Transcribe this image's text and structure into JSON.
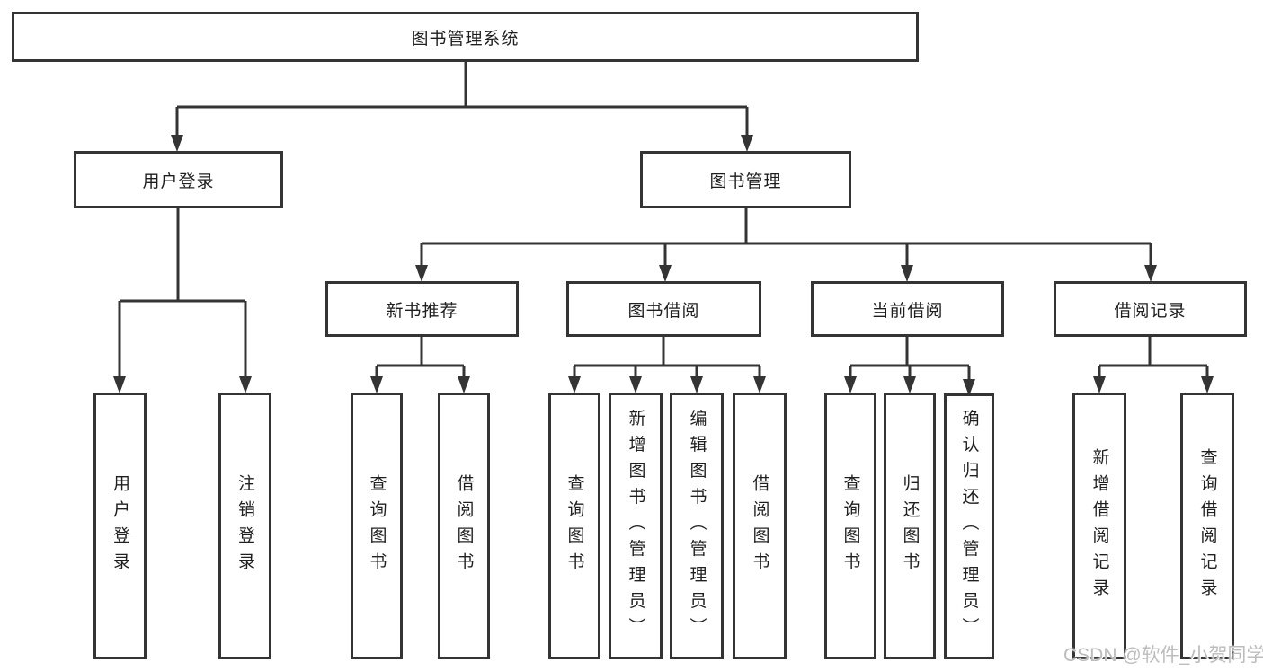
{
  "diagram": {
    "root": {
      "label": "图书管理系统"
    },
    "level2": [
      {
        "label": "用户登录"
      },
      {
        "label": "图书管理"
      }
    ],
    "level3": [
      {
        "label": "新书推荐"
      },
      {
        "label": "图书借阅"
      },
      {
        "label": "当前借阅"
      },
      {
        "label": "借阅记录"
      }
    ],
    "leaves": {
      "user_login": [
        {
          "label": "用户登录"
        },
        {
          "label": "注销登录"
        }
      ],
      "new_book": [
        {
          "label": "查询图书"
        },
        {
          "label": "借阅图书"
        }
      ],
      "book_borrow": [
        {
          "label": "查询图书"
        },
        {
          "label": "新增图书（管理员）"
        },
        {
          "label": "编辑图书（管理员）"
        },
        {
          "label": "借阅图书"
        }
      ],
      "current_borrow": [
        {
          "label": "查询图书"
        },
        {
          "label": "归还图书"
        },
        {
          "label": "确认归还（管理员）"
        }
      ],
      "borrow_records": [
        {
          "label": "新增借阅记录"
        },
        {
          "label": "查询借阅记录"
        }
      ]
    }
  },
  "watermark": {
    "text": "CSDN @软件_小贺同学"
  },
  "colors": {
    "line": "#343434",
    "box_border": "#343434",
    "text": "#1f1f1f",
    "watermark": "#bcbcbc",
    "background": "#ffffff"
  }
}
